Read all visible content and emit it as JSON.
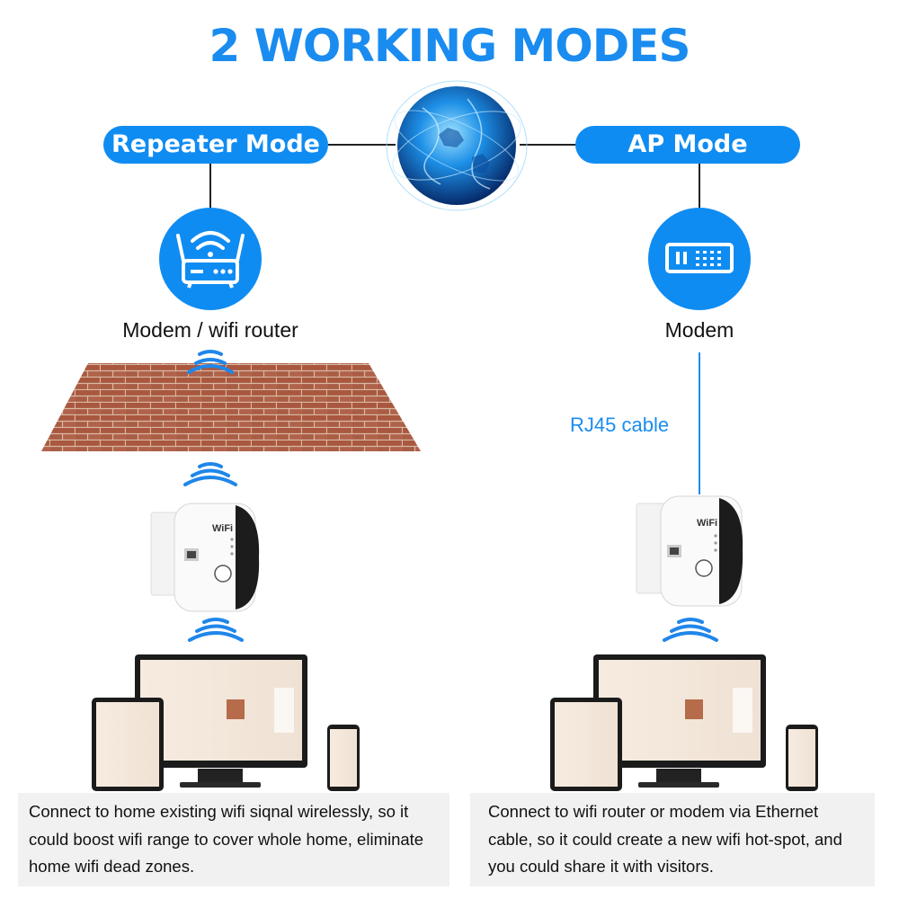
{
  "title": "2 WORKING MODES",
  "modes": {
    "repeater": {
      "label": "Repeater Mode",
      "device_caption": "Modem / wifi router",
      "description": "Connect to home existing wifi siqnal wirelessly, so it could boost wifi range to cover whole home, eliminate home wifi dead zones."
    },
    "ap": {
      "label": "AP Mode",
      "device_caption": "Modem",
      "cable_label": "RJ45 cable",
      "description": "Connect to wifi router or modem via Ethernet cable, so it could create a new wifi hot-spot, and you could share it with visitors."
    }
  },
  "extender_badge": "WiFi",
  "colors": {
    "accent": "#0f8cf2",
    "title": "#1a8cf0",
    "brick": "#b0634a",
    "caption_bg": "#f1f1f1"
  },
  "icons": {
    "repeater_device": "wifi-router-icon",
    "ap_device": "modem-icon",
    "center": "globe-network-icon",
    "signal": "wifi-signal-icon"
  }
}
